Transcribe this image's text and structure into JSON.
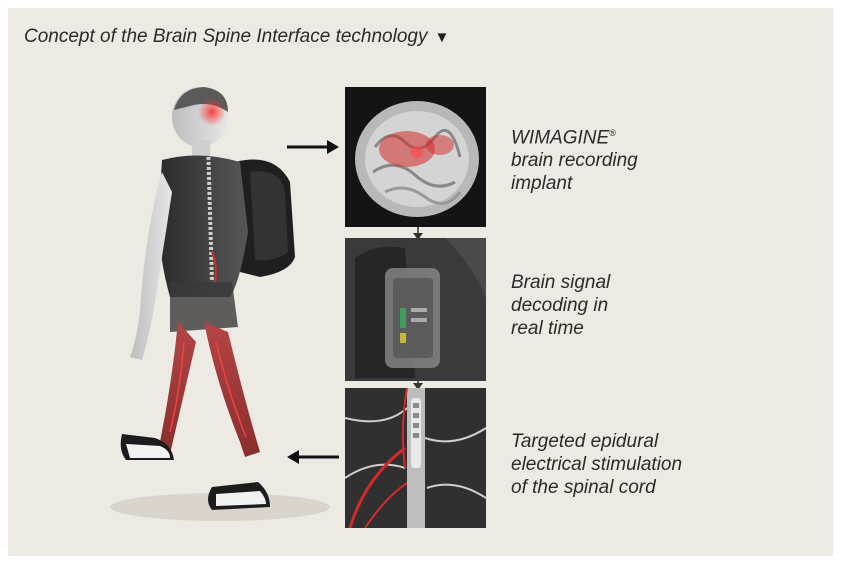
{
  "header": {
    "title": "Concept of the Brain Spine Interface technology",
    "caret_icon": "triangle-down-icon"
  },
  "panels": [
    {
      "name": "WIMAGINE",
      "trademark": "®",
      "line1_rest": "",
      "line2": "brain recording",
      "line3": "implant"
    },
    {
      "line1": "Brain signal",
      "line2": "decoding in",
      "line3": "real time"
    },
    {
      "line1": "Targeted epidural",
      "line2": "electrical stimulation",
      "line3": "of the spinal cord"
    }
  ],
  "colors": {
    "background": "#ede9e3",
    "text": "#2b2b2b",
    "accent_red": "#d42a2a"
  }
}
